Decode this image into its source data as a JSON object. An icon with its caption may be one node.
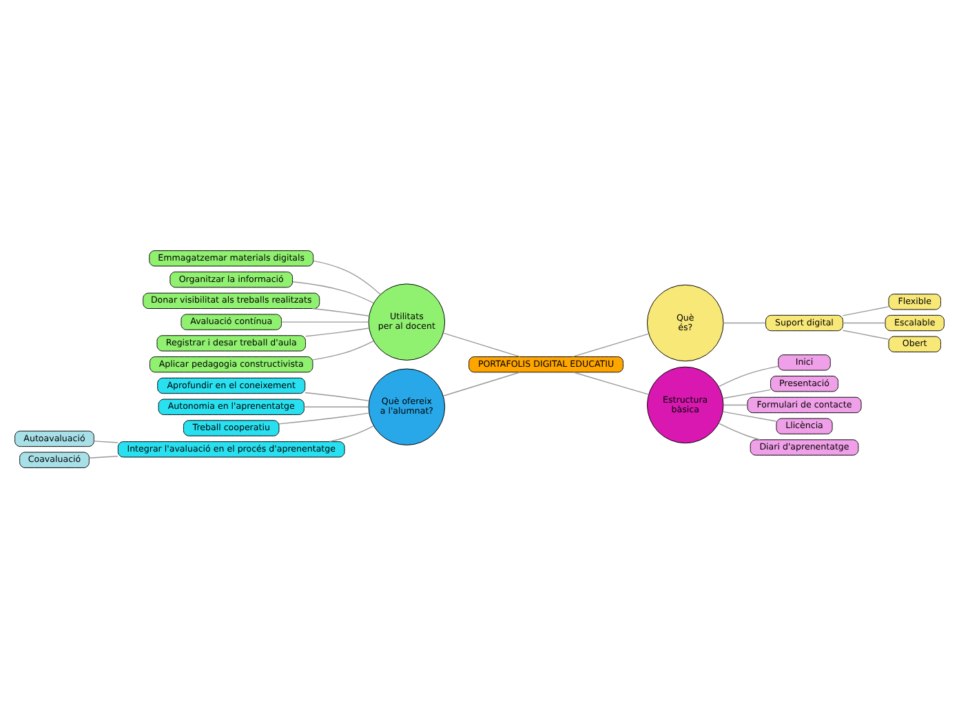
{
  "diagram": {
    "nodes": [
      {
        "text": [
          "PORTAFOLIS DIGITAL EDUCATIU"
        ]
      },
      {
        "text": [
          "Utilitats per al docent"
        ]
      },
      {
        "text": [
          "Emmagatzemar materials digitals"
        ]
      },
      {
        "text": [
          "Organitzar la informació"
        ]
      },
      {
        "text": [
          "Donar visibilitat als treballs realitzats"
        ]
      },
      {
        "text": [
          "Avaluació contínua"
        ]
      },
      {
        "text": [
          "Registrar i desar treball d'aula"
        ]
      },
      {
        "text": [
          "Aplicar pedagogia constructivista"
        ]
      },
      {
        "text": [
          "Què és?"
        ]
      },
      {
        "text": [
          "Suport digital"
        ]
      },
      {
        "text": [
          "Flexible"
        ]
      },
      {
        "text": [
          "Escalable"
        ]
      },
      {
        "text": [
          "Obert"
        ]
      },
      {
        "text": [
          "Què ofereix a l'alumnat?"
        ]
      },
      {
        "text": [
          "Aprofundir en el coneixement"
        ]
      },
      {
        "text": [
          "Autonomia en l'aprenentatge"
        ]
      },
      {
        "text": [
          "Treball cooperatiu"
        ]
      },
      {
        "text": [
          "Integrar l'avaluació en el procés d'aprenentatge"
        ]
      },
      {
        "text": [
          "Autoavaluació"
        ]
      },
      {
        "text": [
          "Coavaluació"
        ]
      },
      {
        "text": [
          "Estructura bàsica"
        ]
      },
      {
        "text": [
          "Inici"
        ]
      },
      {
        "text": [
          "Presentació"
        ]
      },
      {
        "text": [
          "Formulari de contacte"
        ]
      },
      {
        "text": [
          "Llicència"
        ]
      },
      {
        "text": [
          "Diari d'aprenentatge"
        ]
      }
    ],
    "edges": [
      {
        "from": 0,
        "to": 1,
        "arrow": "none"
      },
      {
        "from": 1,
        "to": 2,
        "arrow": "none"
      },
      {
        "from": 1,
        "to": 3,
        "arrow": "none"
      },
      {
        "from": 1,
        "to": 4,
        "arrow": "none"
      },
      {
        "from": 1,
        "to": 5,
        "arrow": "none"
      },
      {
        "from": 1,
        "to": 6,
        "arrow": "none"
      },
      {
        "from": 1,
        "to": 7,
        "arrow": "none"
      },
      {
        "from": 0,
        "to": 8,
        "arrow": "none"
      },
      {
        "from": 8,
        "to": 9,
        "arrow": "none"
      },
      {
        "from": 9,
        "to": 10,
        "arrow": "none"
      },
      {
        "from": 9,
        "to": 11,
        "arrow": "none"
      },
      {
        "from": 9,
        "to": 12,
        "arrow": "none"
      },
      {
        "from": 0,
        "to": 13,
        "arrow": "none"
      },
      {
        "from": 13,
        "to": 14,
        "arrow": "none"
      },
      {
        "from": 13,
        "to": 15,
        "arrow": "none"
      },
      {
        "from": 13,
        "to": 16,
        "arrow": "none"
      },
      {
        "from": 13,
        "to": 17,
        "arrow": "none"
      },
      {
        "from": 17,
        "to": 18,
        "arrow": "none"
      },
      {
        "from": 17,
        "to": 19,
        "arrow": "none"
      },
      {
        "from": 0,
        "to": 20,
        "arrow": "none"
      },
      {
        "from": 20,
        "to": 21,
        "arrow": "none"
      },
      {
        "from": 20,
        "to": 22,
        "arrow": "none"
      },
      {
        "from": 20,
        "to": 23,
        "arrow": "none"
      },
      {
        "from": 20,
        "to": 24,
        "arrow": "none"
      },
      {
        "from": 20,
        "to": 25,
        "arrow": "none"
      }
    ]
  }
}
